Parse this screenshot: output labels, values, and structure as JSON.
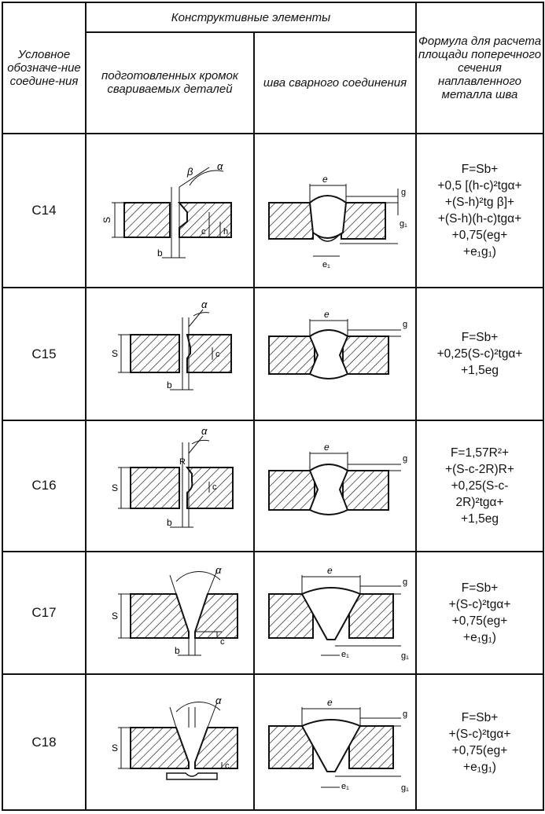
{
  "header": {
    "designation": "Условное обозначе-ние соедине-ния",
    "elements_group": "Конструктивные элементы",
    "prepared_edges": "подготовленных кромок свариваемых деталей",
    "weld_seam": "шва сварного соединения",
    "formula": "Формула для расчета площади поперечного сечения наплавленного металла шва"
  },
  "rows": [
    {
      "code": "С14",
      "edge_labels": {
        "a": "β",
        "b": "α",
        "c": "S",
        "d": "b",
        "e": "c",
        "f": "h"
      },
      "seam_labels": {
        "a": "e",
        "b": "g",
        "c": "g₁",
        "d": "e₁"
      },
      "formula_lines": [
        "F=Sb+",
        "+0,5 [(h-c)²tgα+",
        "+(S-h)²tg β]+",
        "+(S-h)(h-c)tgα+",
        "+0,75(eg+",
        "+e₁g₁)"
      ]
    },
    {
      "code": "С15",
      "edge_labels": {
        "a": "α",
        "b": "S",
        "c": "c",
        "d": "b"
      },
      "seam_labels": {
        "a": "e",
        "b": "g"
      },
      "formula_lines": [
        "F=Sb+",
        "+0,25(S-c)²tgα+",
        "+1,5eg"
      ]
    },
    {
      "code": "С16",
      "edge_labels": {
        "a": "α",
        "b": "R",
        "c": "S",
        "d": "c",
        "e": "b"
      },
      "seam_labels": {
        "a": "e",
        "b": "g"
      },
      "formula_lines": [
        "F=1,57R²+",
        "+(S-c-2R)R+",
        "+0,25(S-c-",
        "2R)²tgα+",
        "+1,5eg"
      ]
    },
    {
      "code": "С17",
      "edge_labels": {
        "a": "α",
        "b": "S",
        "c": "c",
        "d": "b"
      },
      "seam_labels": {
        "a": "e",
        "b": "g",
        "c": "g₁",
        "d": "e₁"
      },
      "formula_lines": [
        "F=Sb+",
        "+(S-c)²tgα+",
        "+0,75(eg+",
        "+e₁g₁)"
      ]
    },
    {
      "code": "С18",
      "edge_labels": {
        "a": "α",
        "b": "S",
        "c": "c"
      },
      "seam_labels": {
        "a": "e",
        "b": "g",
        "c": "g₁",
        "d": "e₁"
      },
      "formula_lines": [
        "F=Sb+",
        "+(S-c)²tgα+",
        "+0,75(eg+",
        "+e₁g₁)"
      ]
    }
  ]
}
